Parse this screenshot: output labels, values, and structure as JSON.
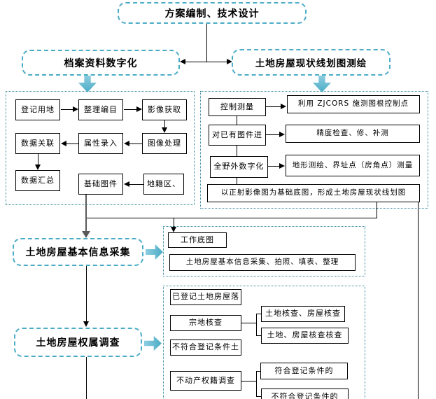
{
  "colors": {
    "accent": "#4bacc6",
    "container_border": "#31849b",
    "line": "#000000",
    "gray_arrow": "#595959"
  },
  "stages": {
    "plan": "方案编制、技术设计",
    "archive": "档案资料数字化",
    "linework": "土地房屋现状线划图测绘",
    "info_collect": "土地房屋基本信息采集",
    "ownership": "土地房屋权属调查"
  },
  "archive_flow": {
    "register_land": "登记用地",
    "catalog": "整理编目",
    "image_acquire": "影像获取",
    "data_link": "数据关联",
    "attribute_entry": "属性录入",
    "image_process": "图像处理",
    "data_summary": "数据汇总",
    "base_maps": "基础图件",
    "cadastral_zone": "地籍区、"
  },
  "linework_flow": {
    "control_survey": "控制测量",
    "zjcors": "利用 ZJCORS 施测图根控制点",
    "existing_maps": "对已有图件进",
    "precision_check": "精度检查、修、补测",
    "field_digitize": "全野外数字化",
    "terrain_survey": "地形测绘、界址点（房角点）测量",
    "ortho_base": "以正射影像图为基础底图，形成土地房屋现状线划图"
  },
  "info_detail": {
    "work_base_map": "工作底图",
    "collect_steps": "土地房屋基本信息采集、拍照、填表、整理"
  },
  "ownership_detail": {
    "registered": "已登记土地房屋落",
    "parcel_check": "宗地核查",
    "land_house_check": "土地核查、房屋核查",
    "land_house_check2": "土地、房屋核查核查",
    "not_qualified_land": "不符合登记条件土",
    "real_estate_survey": "不动产权籍调查",
    "qualified": "符合登记条件的",
    "not_qualified": "不符合登记条件的"
  }
}
